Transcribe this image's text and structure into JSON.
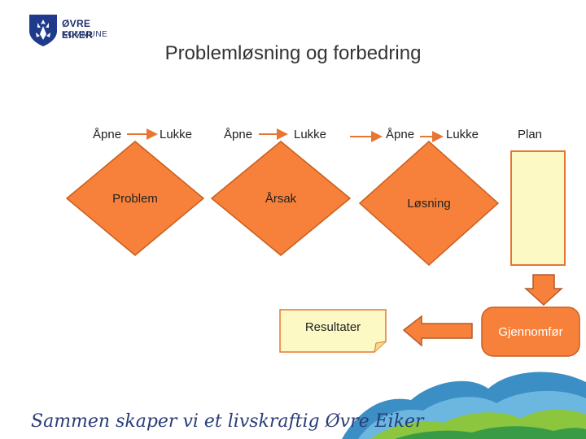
{
  "logo": {
    "line1": "ØVRE EIKER",
    "line2": "KOMMUNE"
  },
  "title": "Problemløsning og forbedring",
  "phases": [
    {
      "open": "Åpne",
      "close": "Lukke",
      "shape": "Problem"
    },
    {
      "open": "Åpne",
      "close": "Lukke",
      "shape": "Årsak"
    },
    {
      "open": "Åpne",
      "close": "Lukke",
      "shape": "Løsning"
    }
  ],
  "plan": "Plan",
  "execute": "Gjennomfør",
  "results": "Resultater",
  "footer": "Sammen skaper vi et livskraftig Øvre Eiker",
  "colors": {
    "orange": "#f7813a",
    "orange_border": "#c95e1d",
    "yellow": "#fdf9c4",
    "arrow_line": "#e87633",
    "navy": "#1f2f6b"
  }
}
